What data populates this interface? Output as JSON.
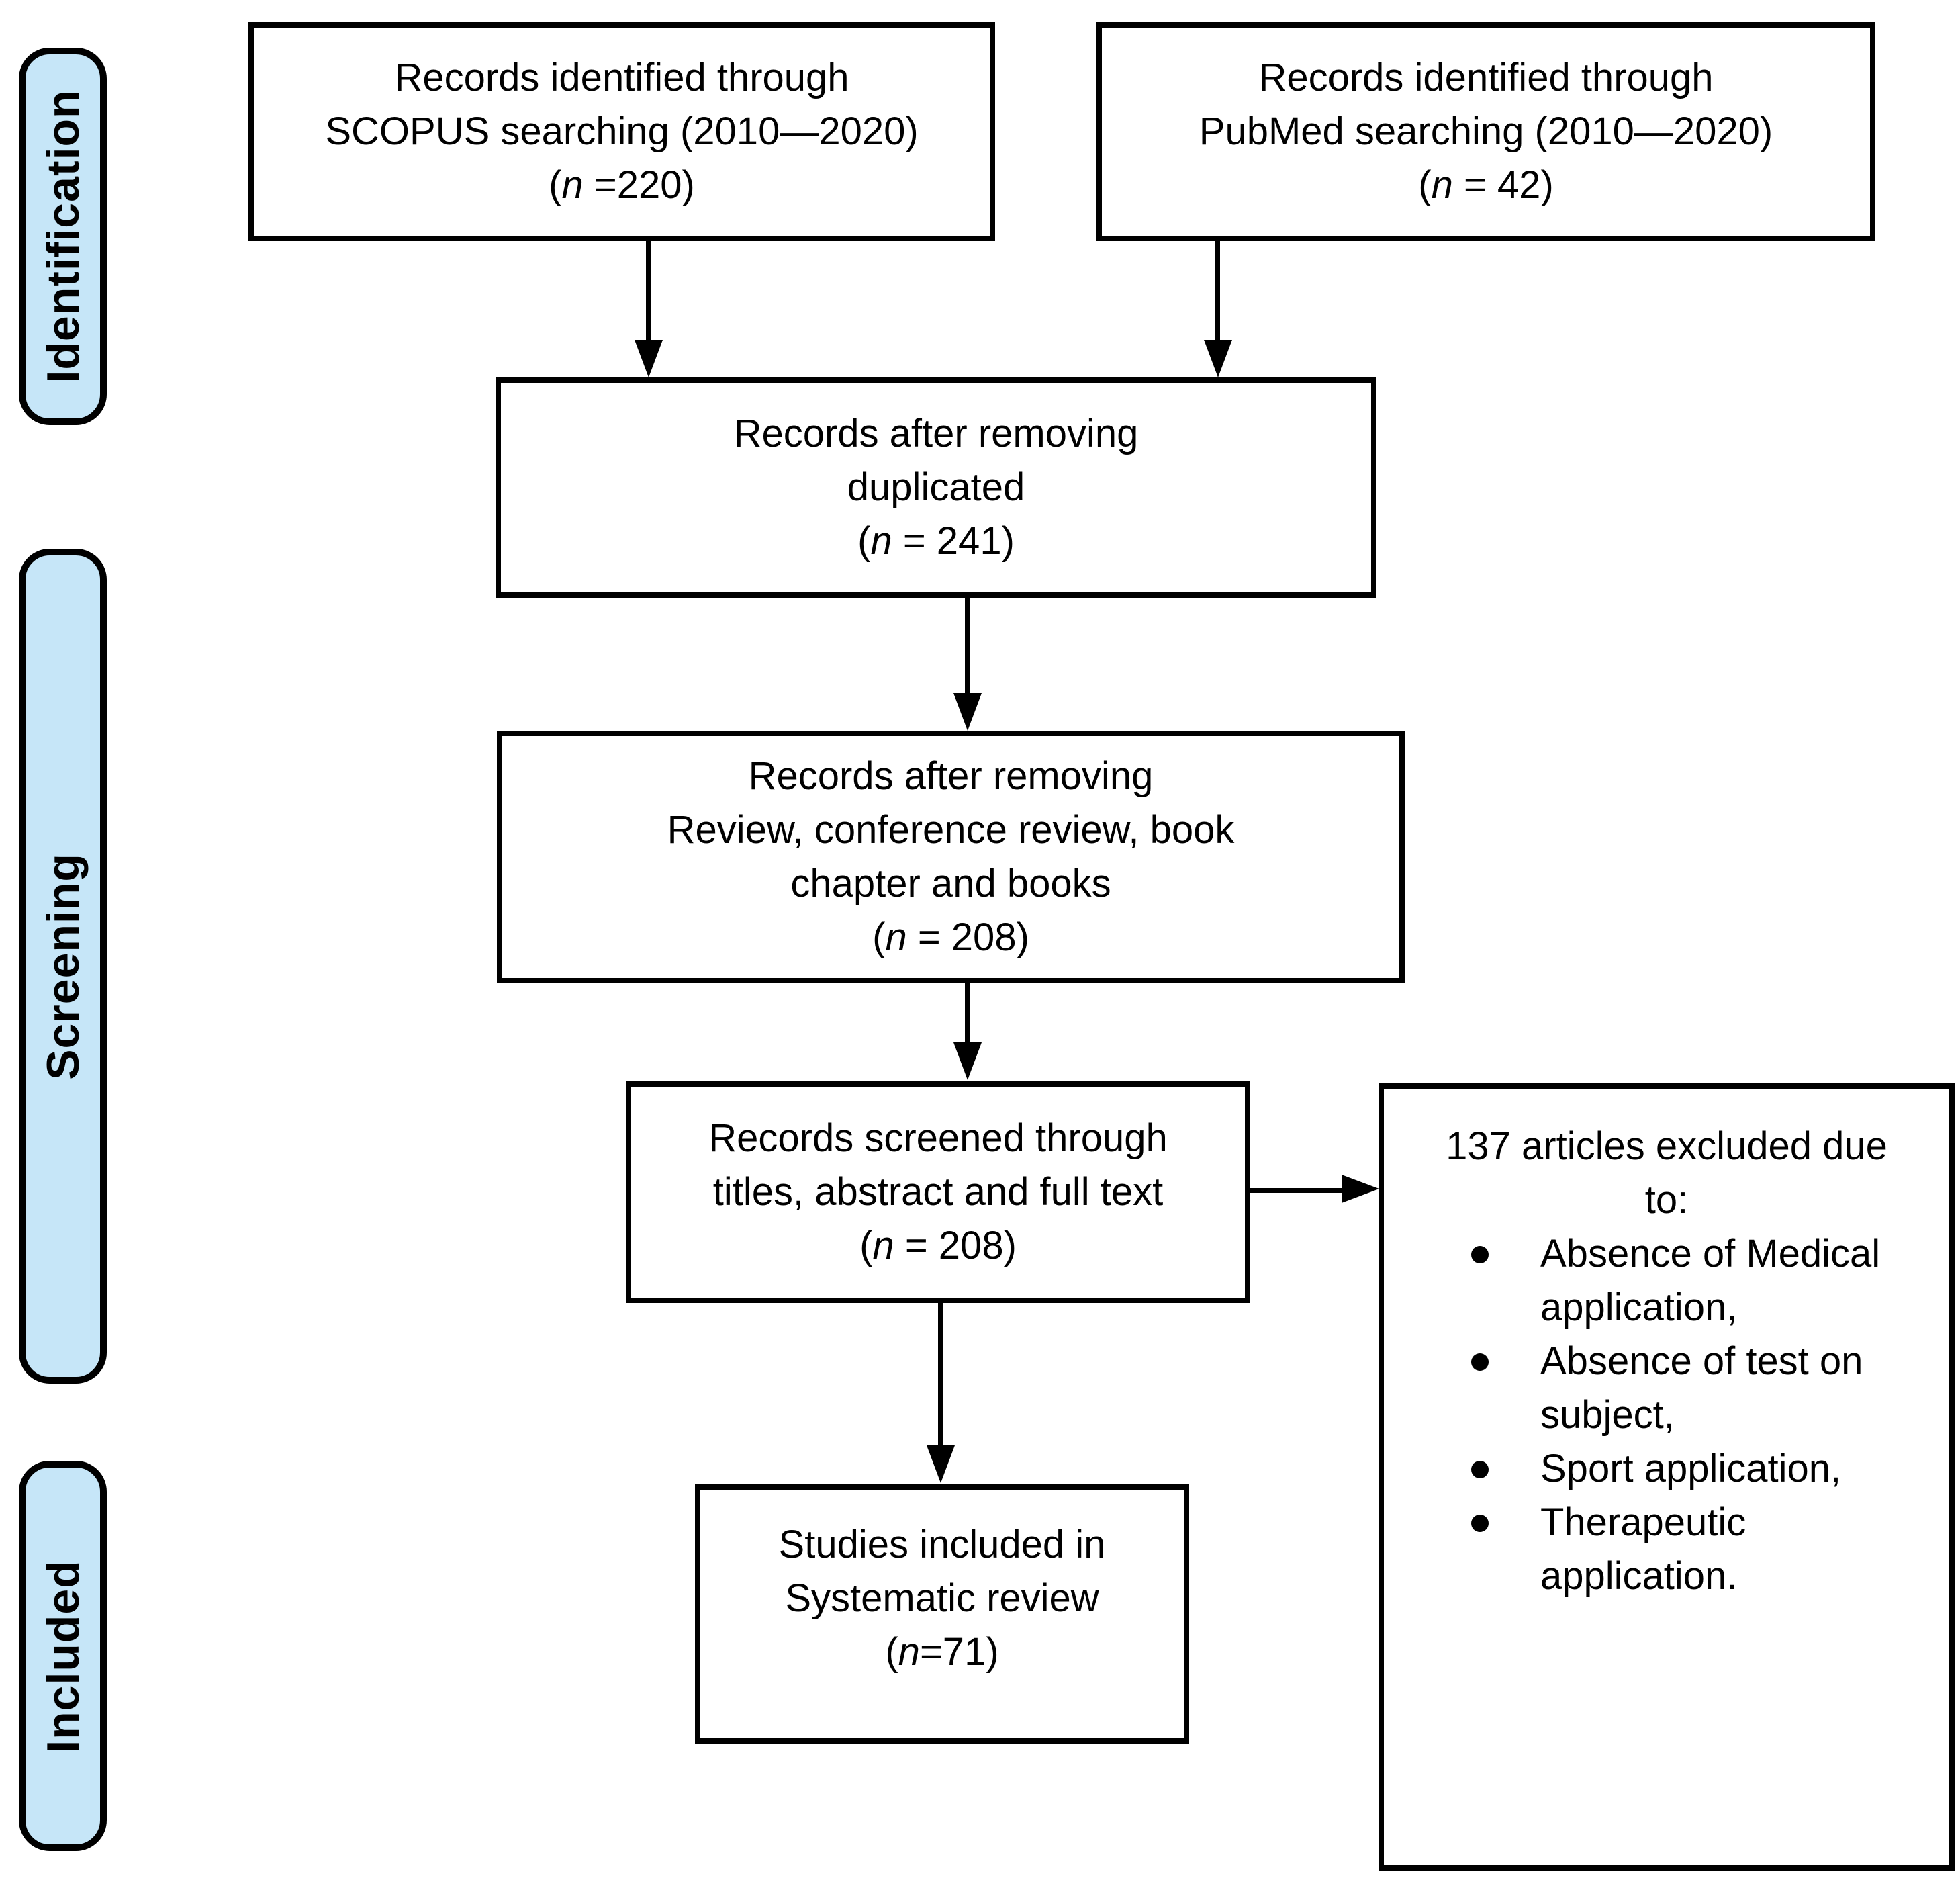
{
  "figure": {
    "kind": "systematic-review-flow-diagram"
  },
  "colors": {
    "stage_fill": "#C6E6F8",
    "line": "#000000",
    "background": "#FFFFFF"
  },
  "stages": [
    {
      "label": "Identification"
    },
    {
      "label": "Screening"
    },
    {
      "label": "Included"
    }
  ],
  "boxes": {
    "scopus": {
      "lines": [
        "Records identified through",
        "SCOPUS searching (2010—2020)"
      ],
      "count": {
        "open": "(",
        "n": "n",
        "rest": " =220)"
      }
    },
    "pubmed": {
      "lines": [
        "Records identified through",
        "PubMed searching (2010—2020)"
      ],
      "count": {
        "open": "(",
        "n": "n",
        "rest": " = 42)"
      }
    },
    "deduplicated": {
      "lines": [
        "Records after removing",
        "duplicated"
      ],
      "count": {
        "open": "(",
        "n": "n",
        "rest": " = 241)"
      }
    },
    "type_filtered": {
      "lines": [
        "Records after removing",
        "Review, conference review, book",
        "chapter and books"
      ],
      "count": {
        "open": "(",
        "n": "n",
        "rest": " = 208)"
      }
    },
    "screened": {
      "lines": [
        "Records screened through",
        "titles, abstract and full text"
      ],
      "count": {
        "open": "(",
        "n": "n",
        "rest": " = 208)"
      }
    },
    "excluded": {
      "header": "137 articles excluded due to:",
      "bullets": [
        "Absence of Medical application,",
        "Absence of test on subject,",
        "Sport application,",
        "Therapeutic application."
      ]
    },
    "included_final": {
      "lines": [
        "Studies included in",
        "Systematic review"
      ],
      "count": {
        "open": "(",
        "n": "n",
        "rest": "=71)"
      }
    }
  }
}
